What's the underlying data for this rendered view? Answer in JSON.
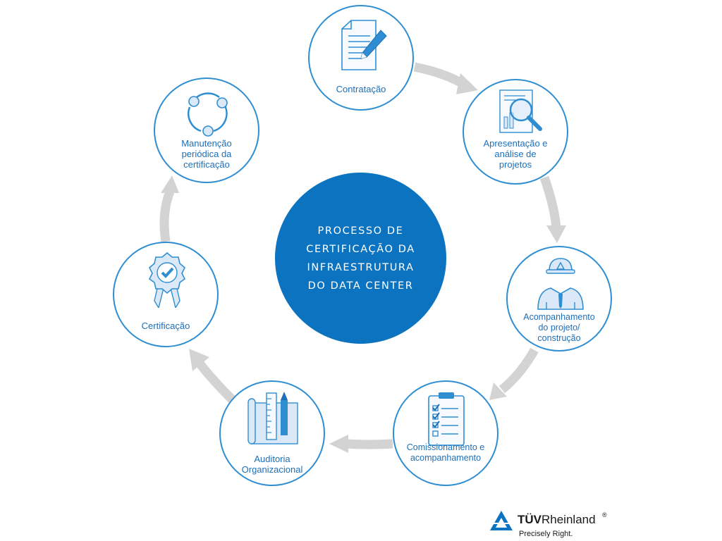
{
  "center_title": "PROCESSO DE\nCERTIFICAÇÃO DA\nINFRAESTRUTURA\nDO DATA CENTER",
  "steps": [
    {
      "label": "Contratação",
      "icon": "document-pencil-icon"
    },
    {
      "label": "Apresentação e\nanálise de\nprojetos",
      "icon": "magnifier-report-icon"
    },
    {
      "label": "Acompanhamento\ndo projeto/\nconstrução",
      "icon": "engineer-icon"
    },
    {
      "label": "Comissionamento e\nacompanhamento",
      "icon": "checklist-clipboard-icon"
    },
    {
      "label": "Auditoria\nOrganizacional",
      "icon": "blueprint-ruler-pencil-icon"
    },
    {
      "label": "Certificação",
      "icon": "award-ribbon-icon"
    },
    {
      "label": "Manutenção\nperiódica da\ncertificação",
      "icon": "cycle-icon"
    }
  ],
  "logo": {
    "name_bold": "TÜV",
    "name_rest": "Rheinland",
    "registered": "®",
    "tagline": "Precisely Right."
  },
  "colors": {
    "accent": "#0b73c0",
    "circle_border": "#2f8ed2",
    "label": "#1d6fb8",
    "arrow": "#d3d3d3",
    "icon_fill": "#dbe8f7"
  }
}
